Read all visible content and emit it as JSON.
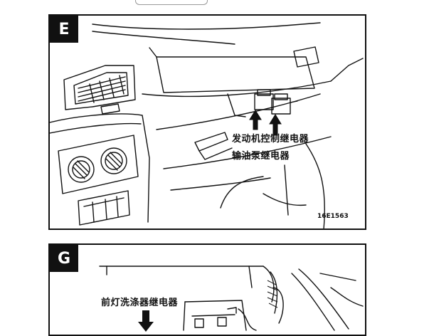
{
  "panel_e": {
    "letter": "E",
    "label_1": "发动机控制继电器",
    "label_2": "输油泵继电器",
    "code": "16E1563"
  },
  "panel_g": {
    "letter": "G",
    "label_1": "前灯洗涤器继电器"
  }
}
